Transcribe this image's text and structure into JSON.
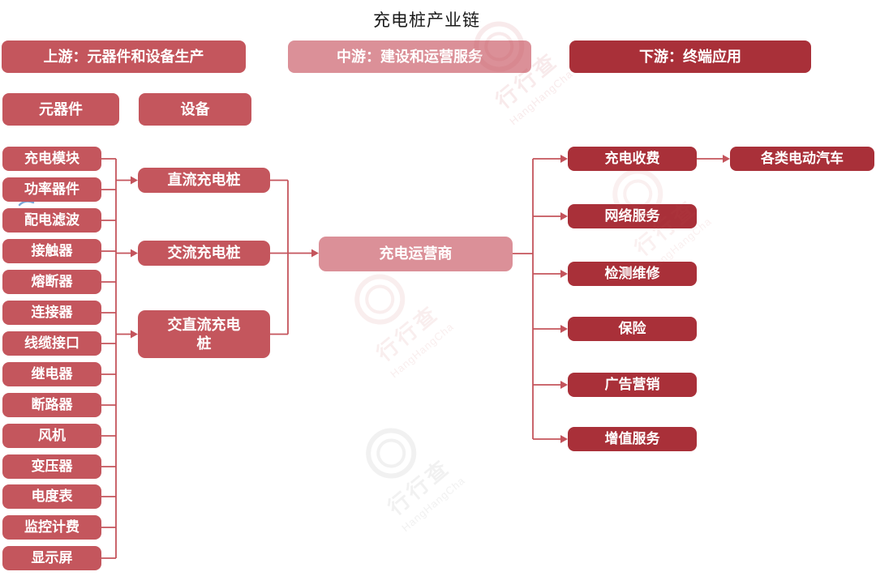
{
  "title": "充电桩产业链",
  "watermark": {
    "logo_text": "行行查",
    "subtext": "HangHangCha"
  },
  "colors": {
    "upstream": "#C4565D",
    "midstream": "#DB9098",
    "downstream": "#A93039",
    "line": "#C4545C",
    "box_text": "#FFFFFF",
    "title_text": "#1A1A1A",
    "pen_mark": "#7BA7D7"
  },
  "sections": {
    "upstream": {
      "header": "上游：元器件和设备生产",
      "categories": [
        "元器件",
        "设备"
      ],
      "components": [
        "充电模块",
        "功率器件",
        "配电滤波",
        "接触器",
        "熔断器",
        "连接器",
        "线缆接口",
        "继电器",
        "断路器",
        "风机",
        "变压器",
        "电度表",
        "监控计费",
        "显示屏"
      ],
      "equipment": [
        "直流充电桩",
        "交流充电桩",
        "交直流充电\n桩"
      ]
    },
    "midstream": {
      "header": "中游：建设和运营服务",
      "operator": "充电运营商"
    },
    "downstream": {
      "header": "下游：终端应用",
      "services": [
        "充电收费",
        "网络服务",
        "检测维修",
        "保险",
        "广告营销",
        "增值服务"
      ],
      "end_user": "各类电动汽车"
    }
  }
}
